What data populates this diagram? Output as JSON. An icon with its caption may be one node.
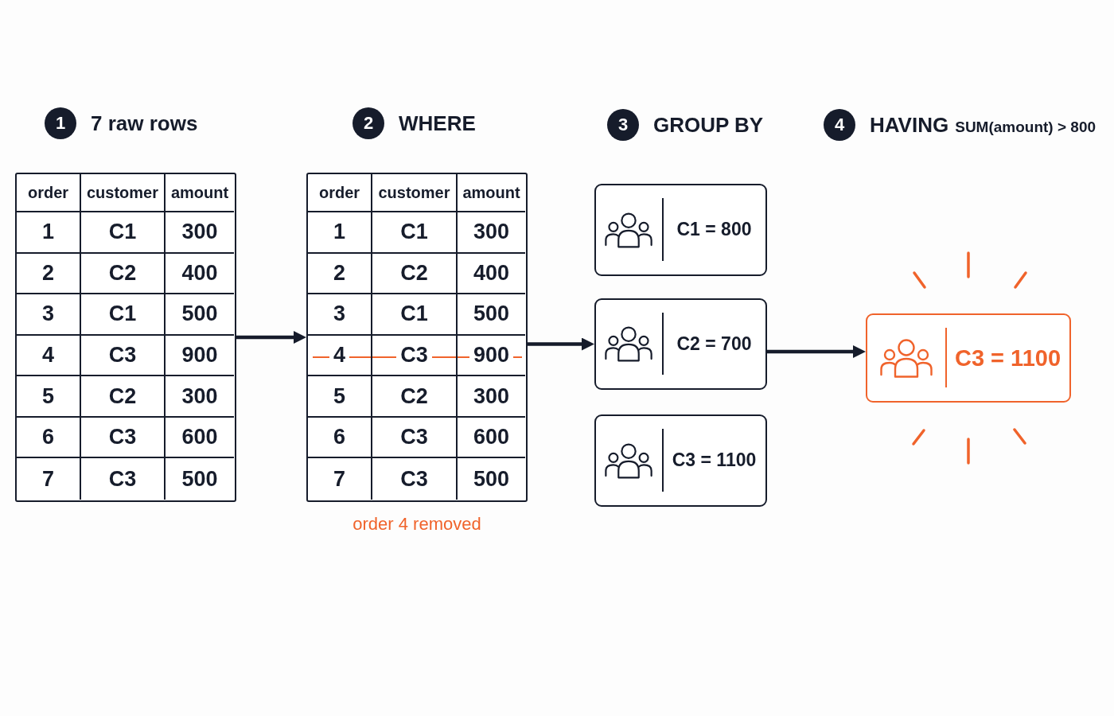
{
  "diagram": {
    "nodes": [
      {
        "text": [
          "1"
        ],
        "beside": [
          "7 raw rows"
        ]
      },
      {
        "text": [
          "2"
        ],
        "beside": [
          "WHERE"
        ]
      },
      {
        "text": [
          "3"
        ],
        "beside": [
          "GROUP BY"
        ]
      },
      {
        "text": [
          "4"
        ],
        "beside": [
          "HAVING",
          "SUM(amount) > 800"
        ]
      },
      {
        "text": [],
        "shape": "table"
      },
      {
        "text": [],
        "shape": "table",
        "beside": [
          "order 4 removed"
        ]
      },
      {
        "text": [
          "C1 = 800"
        ]
      },
      {
        "text": [
          "C2 = 700"
        ]
      },
      {
        "text": [
          "C3 = 1100"
        ]
      },
      {
        "text": [
          "C3 = 1100"
        ]
      }
    ],
    "edges": [
      {
        "from": 4,
        "to": 5,
        "arrow": "to"
      },
      {
        "from": 5,
        "to": 7,
        "arrow": "to"
      },
      {
        "from": 7,
        "to": 9,
        "arrow": "to"
      }
    ],
    "labels": [
      "order",
      "customer",
      "amount",
      "1",
      "C1",
      "300",
      "2",
      "C2",
      "400",
      "3",
      "C1",
      "500",
      "4",
      "C3",
      "900",
      "5",
      "C2",
      "300",
      "6",
      "C3",
      "600",
      "7",
      "C3",
      "500",
      "order",
      "customer",
      "amount",
      "1",
      "C1",
      "300",
      "2",
      "C2",
      "400",
      "3",
      "C1",
      "500",
      "4",
      "C3",
      "900",
      "5",
      "C2",
      "300",
      "6",
      "C3",
      "600",
      "7",
      "C3",
      "500"
    ]
  }
}
